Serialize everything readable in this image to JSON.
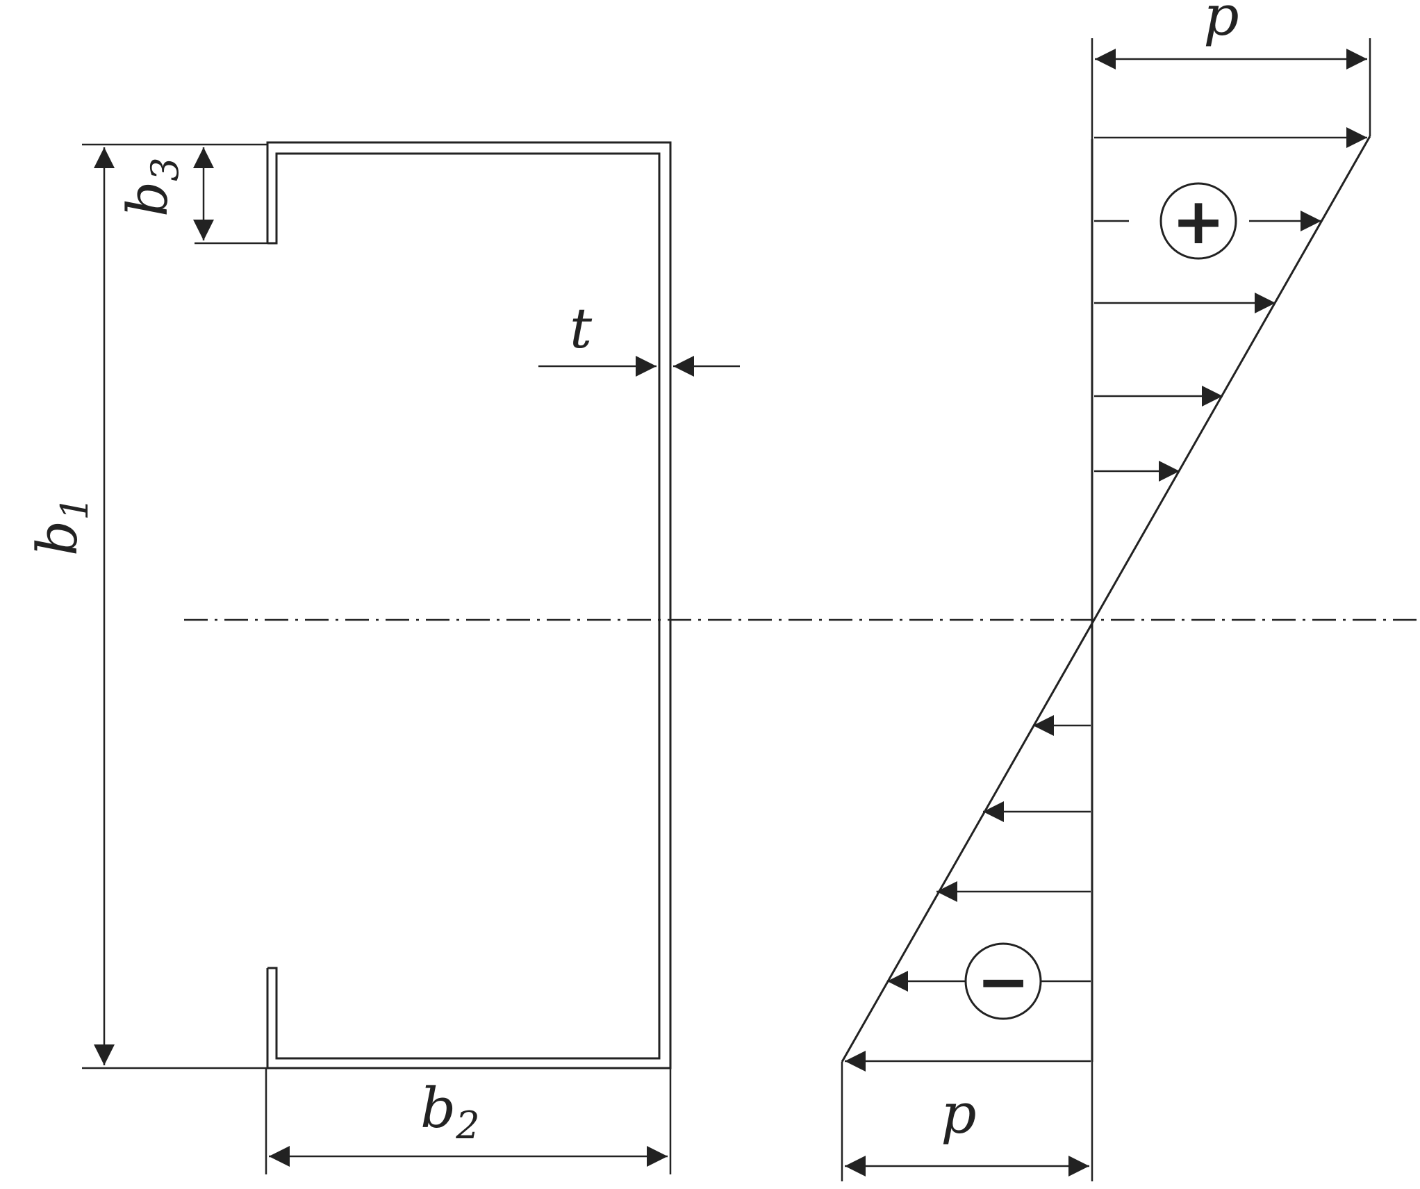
{
  "labels": {
    "b1": {
      "base": "b",
      "sub": "1"
    },
    "b2": {
      "base": "b",
      "sub": "2"
    },
    "b3": {
      "base": "b",
      "sub": "3"
    },
    "t": "t",
    "p_top": "p",
    "p_bottom": "p"
  },
  "signs": {
    "positive": "+",
    "negative": "−"
  }
}
